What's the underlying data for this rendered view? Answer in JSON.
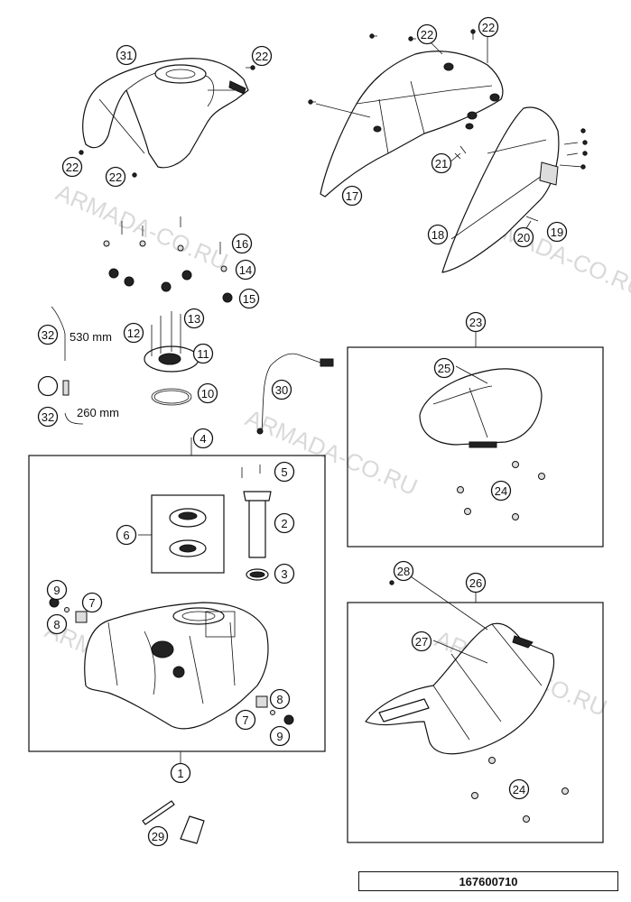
{
  "diagram": {
    "drawing_number": "167600710",
    "watermark": "ARMADA-CO.RU",
    "hose_lengths": {
      "hose_530": "530 mm",
      "hose_260": "260 mm"
    },
    "callouts": [
      "1",
      "2",
      "3",
      "4",
      "5",
      "6",
      "7",
      "8",
      "9",
      "10",
      "11",
      "12",
      "13",
      "14",
      "15",
      "16",
      "17",
      "18",
      "19",
      "20",
      "21",
      "22",
      "23",
      "24",
      "25",
      "26",
      "27",
      "28",
      "29",
      "30",
      "31",
      "32"
    ]
  }
}
